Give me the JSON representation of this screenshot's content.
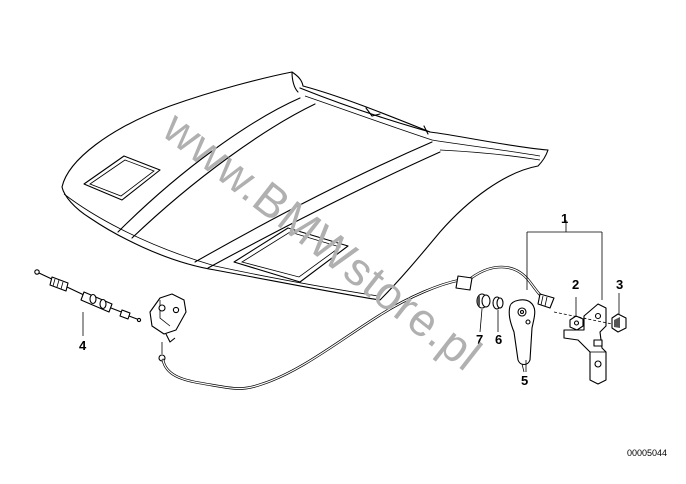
{
  "diagram": {
    "callouts": [
      {
        "id": "1",
        "text": "1"
      },
      {
        "id": "2",
        "text": "2"
      },
      {
        "id": "3",
        "text": "3"
      },
      {
        "id": "4",
        "text": "4"
      },
      {
        "id": "5",
        "text": "5"
      },
      {
        "id": "6",
        "text": "6"
      },
      {
        "id": "7",
        "text": "7"
      }
    ],
    "watermark": "www.BMWstore.pl",
    "diagram_code": "00005044"
  }
}
